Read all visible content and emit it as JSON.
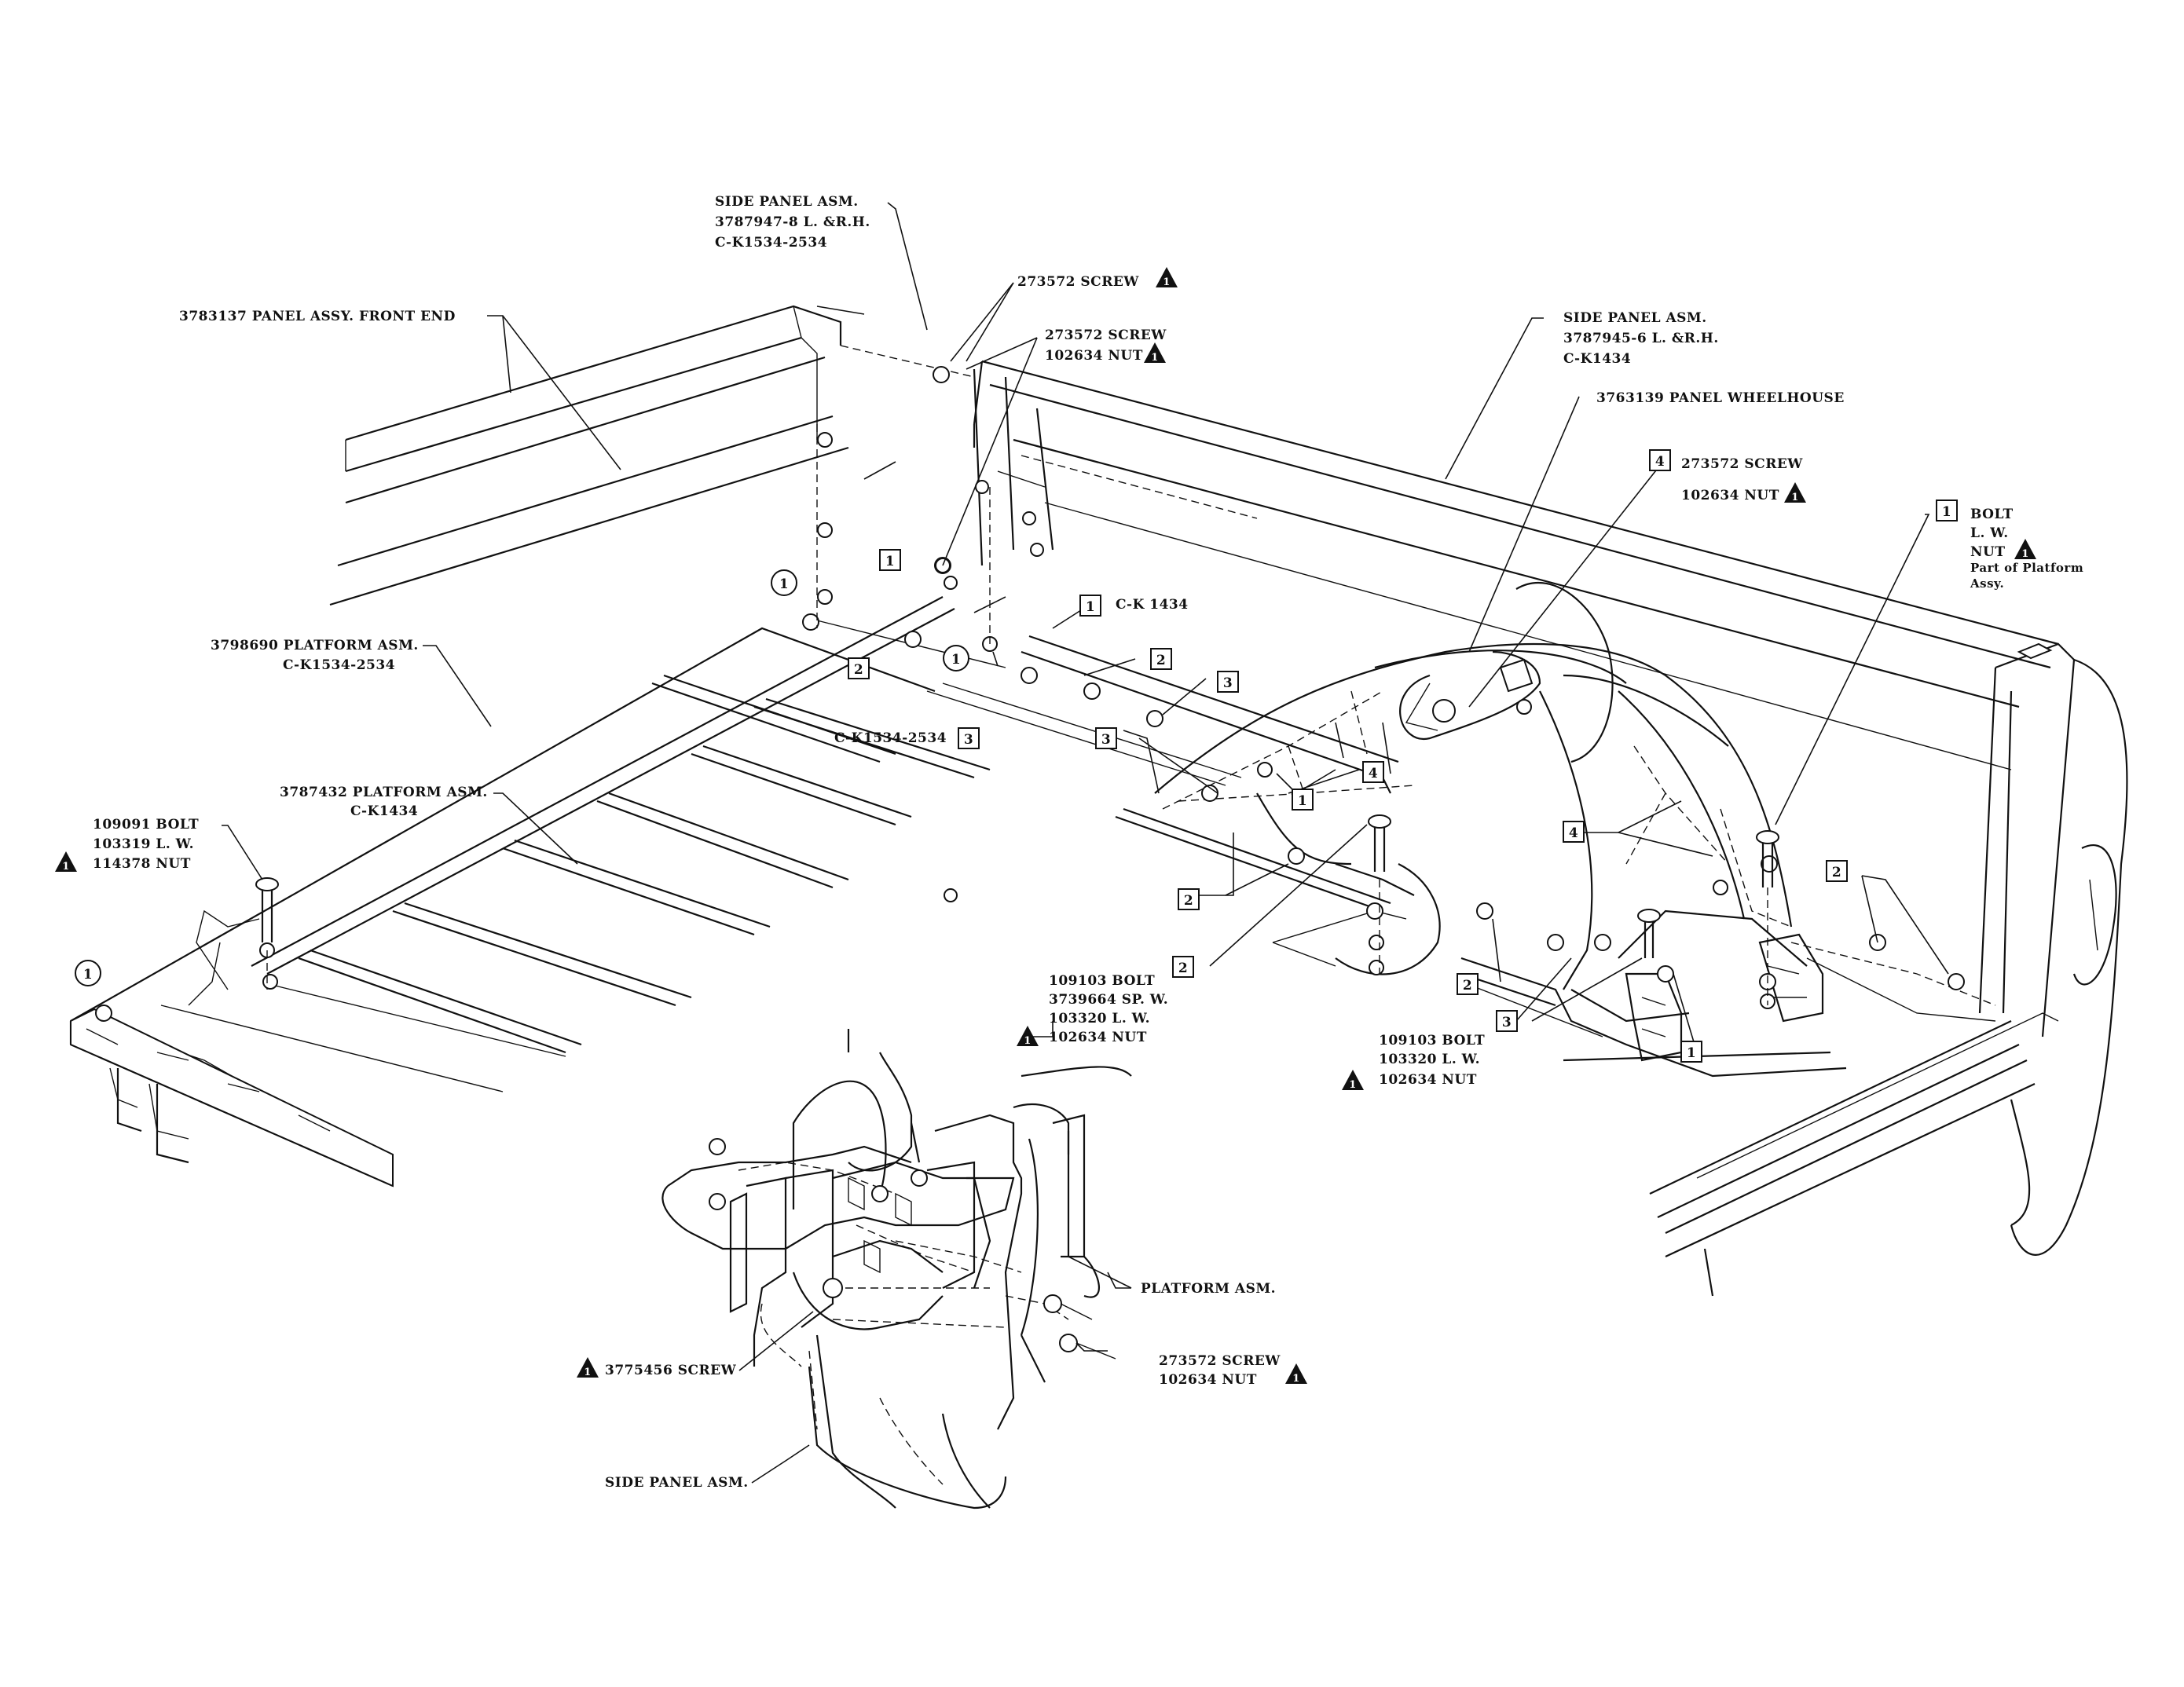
{
  "labels": {
    "side_panel_lr_1": "SIDE PANEL ASM.",
    "side_panel_lr_2": "3787947-8 L. &R.H.",
    "side_panel_lr_3": "C-K1534-2534",
    "front_end": "3783137 PANEL ASSY. FRONT END",
    "screw_a": "273572 SCREW",
    "screw_b": "273572 SCREW",
    "nut_b": "102634 NUT",
    "side_panel_r_1": "SIDE PANEL ASM.",
    "side_panel_r_2": "3787945-6 L. &R.H.",
    "side_panel_r_3": "C-K1434",
    "wheelhouse": "3763139 PANEL WHEELHOUSE",
    "screw_c": "273572 SCREW",
    "nut_c": "102634 NUT",
    "bolt_r_1": "BOLT",
    "bolt_r_2": "L. W.",
    "bolt_r_3": "NUT",
    "bolt_r_4": "Part of Platform",
    "bolt_r_5": "Assy.",
    "ck1434_a": "C-K 1434",
    "ck1534_a": "C-K1534-2534",
    "platform_1": "3798690 PLATFORM ASM.",
    "platform_2": "C-K1534-2534",
    "platform_3": "3787432 PLATFORM ASM.",
    "platform_4": "C-K1434",
    "bolt_l_1": "109091 BOLT",
    "bolt_l_2": "103319 L. W.",
    "bolt_l_3": "114378 NUT",
    "bolt_c_1": "109103 BOLT",
    "bolt_c_2": "3739664 SP. W.",
    "bolt_c_3": "103320 L. W.",
    "bolt_c_4": "102634 NUT",
    "bolt_rr_1": "109103 BOLT",
    "bolt_rr_2": "103320 L. W.",
    "bolt_rr_3": "102634 NUT",
    "platform_asm": "PLATFORM ASM.",
    "screw_d": "3775456 SCREW",
    "screw_e": "273572 SCREW",
    "nut_e": "102634 NUT",
    "side_panel_bottom": "SIDE PANEL ASM."
  },
  "callouts": {
    "n1": "1",
    "n2": "2",
    "n3": "3",
    "n4": "4"
  },
  "icons": [
    "warning-triangle-icon",
    "circled-one-icon"
  ]
}
